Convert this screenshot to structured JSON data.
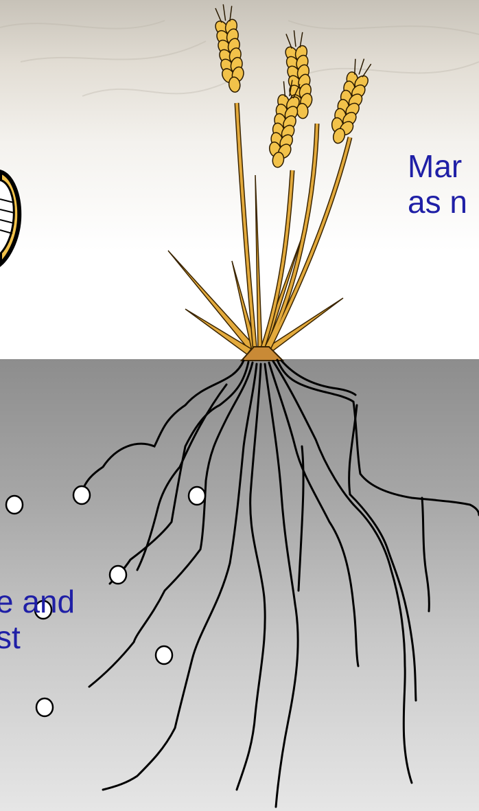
{
  "captions": {
    "top": {
      "line1": "Mar",
      "line2": "as n"
    },
    "bottom": {
      "line1": "e and",
      "line2": "st"
    }
  },
  "colors": {
    "caption_text": "#1f1fa6",
    "grain_fill": "#f2c24a",
    "stem_fill": "#e3aa3c",
    "root_stroke": "#000000"
  },
  "icons": {
    "plant": "wheat-plant-icon",
    "seed": "seed-icon",
    "partial_illustration": "partial-cutoff-illustration"
  }
}
